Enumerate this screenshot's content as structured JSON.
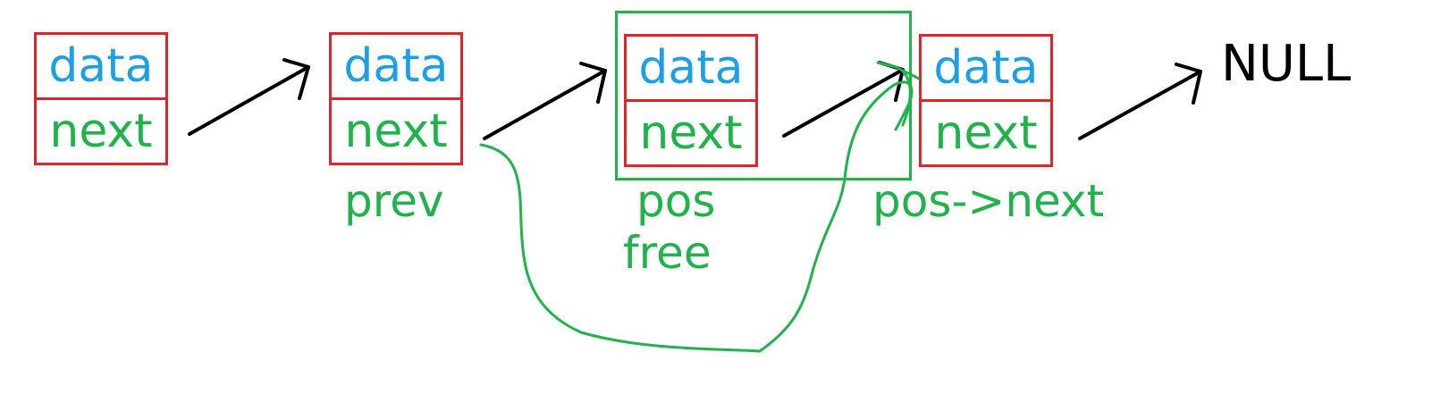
{
  "nodes": [
    {
      "data": "data",
      "next": "next"
    },
    {
      "data": "data",
      "next": "next"
    },
    {
      "data": "data",
      "next": "next"
    },
    {
      "data": "data",
      "next": "next"
    }
  ],
  "labels": {
    "prev": "prev",
    "pos": "pos",
    "free": "free",
    "pos_next": "pos->next",
    "null": "NULL"
  },
  "colors": {
    "node_border": "#e0242c",
    "data_text": "#1d9fe6",
    "annotation": "#20b24b",
    "arrow": "#000000"
  }
}
